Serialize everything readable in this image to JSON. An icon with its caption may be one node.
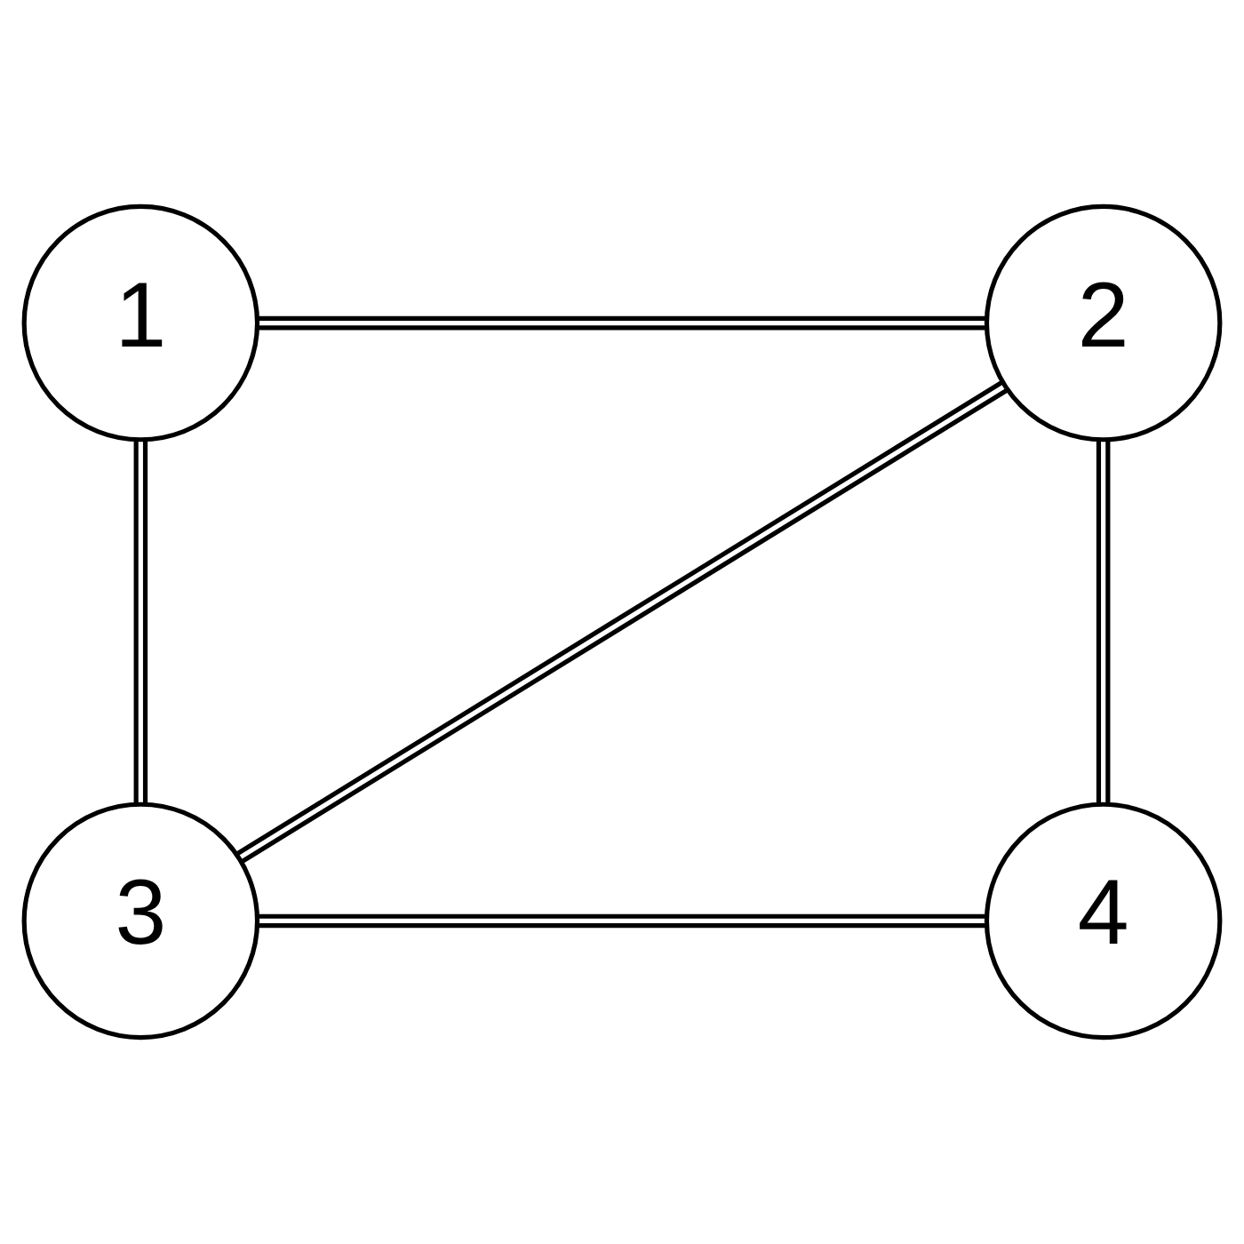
{
  "diagram": {
    "nodes": [
      {
        "text": [
          "1"
        ]
      },
      {
        "text": [
          "2"
        ]
      },
      {
        "text": [
          "3"
        ]
      },
      {
        "text": [
          "4"
        ]
      }
    ],
    "edges": [
      {
        "from": 0,
        "to": 1,
        "arrow": "none"
      },
      {
        "from": 0,
        "to": 2,
        "arrow": "none"
      },
      {
        "from": 1,
        "to": 2,
        "arrow": "none"
      },
      {
        "from": 1,
        "to": 3,
        "arrow": "none"
      },
      {
        "from": 2,
        "to": 3,
        "arrow": "none"
      }
    ]
  }
}
